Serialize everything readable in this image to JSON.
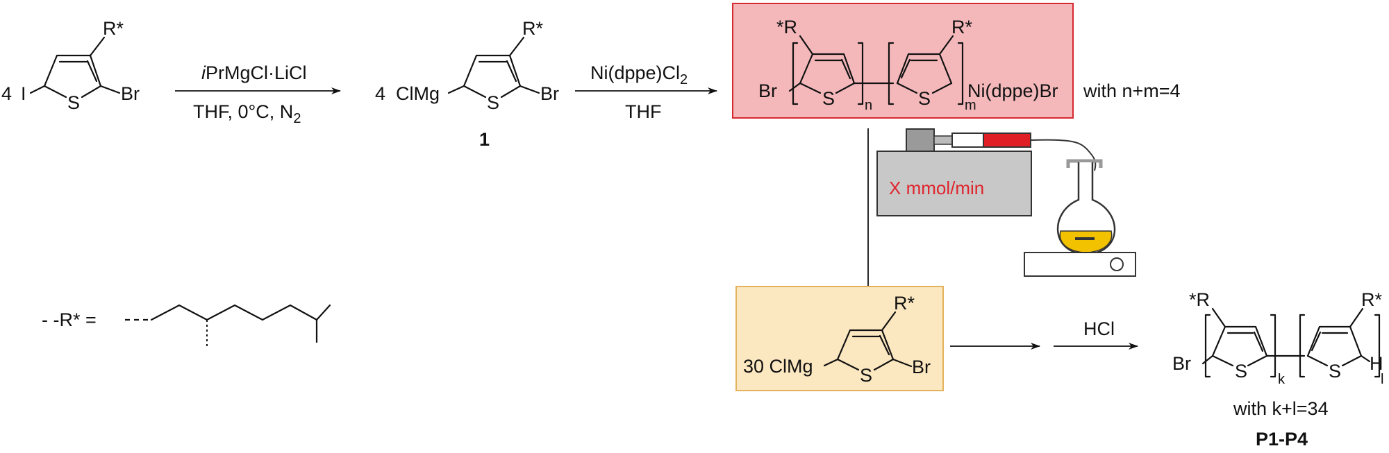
{
  "atoms": {
    "r_star": "R*",
    "star_r": "*R",
    "iodine": "I",
    "bromine": "Br",
    "sulfur": "S",
    "hydrogen": "H",
    "nickel_end": "Ni(dppe)Br"
  },
  "step1": {
    "coefficient": "4",
    "reagent_italic": "i",
    "reagent_rest": "PrMgCl·LiCl",
    "conditions": "THF, 0°C, N",
    "conditions_sub": "2"
  },
  "compound1": {
    "coefficient": "4",
    "grignard": "ClMg",
    "label": "1"
  },
  "step2": {
    "catalyst_main": "Ni(dppe)Cl",
    "catalyst_sub": "2",
    "solvent": "THF"
  },
  "initiator": {
    "sub_n": "n",
    "sub_m": "m",
    "note": "with n+m=4",
    "box_color": "#f4b8bb",
    "box_border": "#d6282f"
  },
  "pump": {
    "rate_label": "X mmol/min",
    "rate_color": "#e0242c",
    "body_color": "#c8c8c8",
    "plunger_color": "#e01e26",
    "liquid_color": "#f2c100"
  },
  "monomer_feed": {
    "grignard": "30 ClMg",
    "box_color": "#fbe7c0",
    "box_border": "#e3b25c"
  },
  "quench": {
    "reagent": "HCl"
  },
  "product": {
    "sub_k": "k",
    "sub_l": "l",
    "note": "with k+l=34",
    "label": "P1-P4"
  },
  "side_chain": {
    "label": "- -R* ="
  }
}
